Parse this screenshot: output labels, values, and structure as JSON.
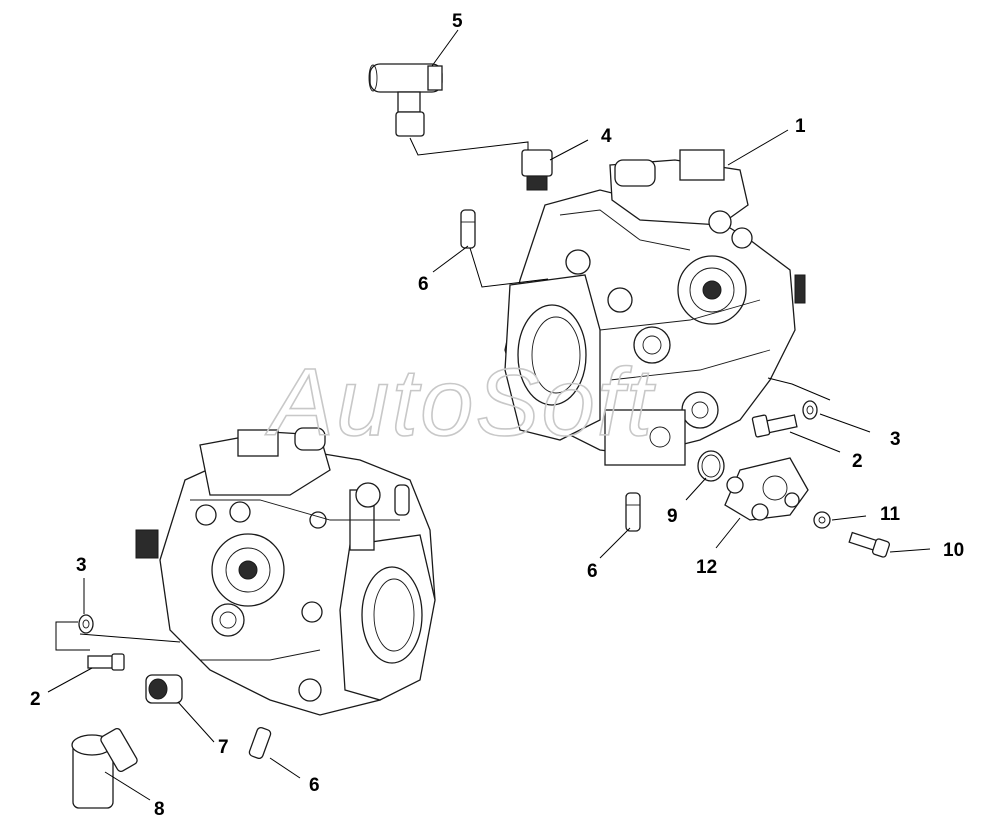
{
  "watermark": "AutoSoft",
  "callouts": {
    "c1": "1",
    "c2a": "2",
    "c2b": "2",
    "c3a": "3",
    "c3b": "3",
    "c4": "4",
    "c5": "5",
    "c6a": "6",
    "c6b": "6",
    "c6c": "6",
    "c7": "7",
    "c8": "8",
    "c9": "9",
    "c10": "10",
    "c11": "11",
    "c12": "12"
  }
}
